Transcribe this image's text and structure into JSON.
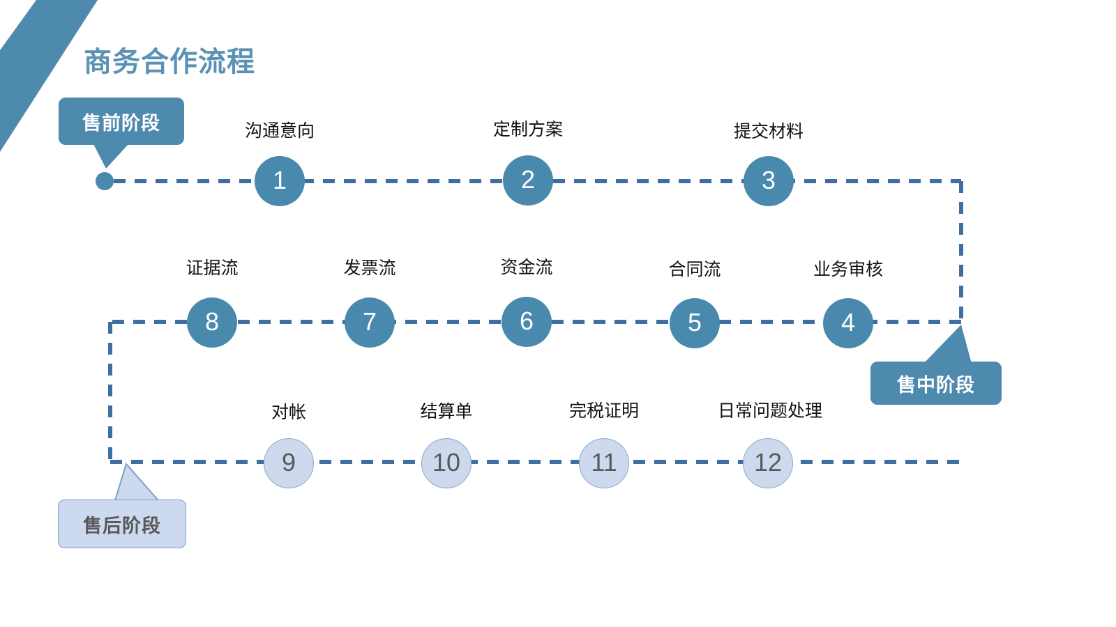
{
  "title": "商务合作流程",
  "theme": {
    "accent": "#4889ad",
    "accent_light": "#cdd9ec",
    "title_color": "#5b92b3",
    "line_color": "#3d6fa0",
    "caption_color": "#111111",
    "light_text": "#595959"
  },
  "stages": [
    {
      "key": "pre",
      "label": "售前阶段",
      "style": "dark"
    },
    {
      "key": "mid",
      "label": "售中阶段",
      "style": "dark"
    },
    {
      "key": "post",
      "label": "售后阶段",
      "style": "light"
    }
  ],
  "rows": [
    {
      "id": "row-1",
      "stage": "售前阶段",
      "steps": [
        {
          "num": "1",
          "label": "沟通意向",
          "style": "dark"
        },
        {
          "num": "2",
          "label": "定制方案",
          "style": "dark"
        },
        {
          "num": "3",
          "label": "提交材料",
          "style": "dark"
        }
      ]
    },
    {
      "id": "row-2",
      "stage": "售中阶段",
      "steps": [
        {
          "num": "8",
          "label": "证据流",
          "style": "dark"
        },
        {
          "num": "7",
          "label": "发票流",
          "style": "dark"
        },
        {
          "num": "6",
          "label": "资金流",
          "style": "dark"
        },
        {
          "num": "5",
          "label": "合同流",
          "style": "dark"
        },
        {
          "num": "4",
          "label": "业务审核",
          "style": "dark"
        }
      ]
    },
    {
      "id": "row-3",
      "stage": "售后阶段",
      "steps": [
        {
          "num": "9",
          "label": "对帐",
          "style": "light"
        },
        {
          "num": "10",
          "label": "结算单",
          "style": "light"
        },
        {
          "num": "11",
          "label": "完税证明",
          "style": "light"
        },
        {
          "num": "12",
          "label": "日常问题处理",
          "style": "light"
        }
      ]
    }
  ],
  "nodes": {
    "n1": "1",
    "n2": "2",
    "n3": "3",
    "n4": "4",
    "n5": "5",
    "n6": "6",
    "n7": "7",
    "n8": "8",
    "n9": "9",
    "n10": "10",
    "n11": "11",
    "n12": "12"
  },
  "captions": {
    "c1": "沟通意向",
    "c2": "定制方案",
    "c3": "提交材料",
    "c4": "业务审核",
    "c5": "合同流",
    "c6": "资金流",
    "c7": "发票流",
    "c8": "证据流",
    "c9": "对帐",
    "c10": "结算单",
    "c11": "完税证明",
    "c12": "日常问题处理"
  },
  "callouts": {
    "pre": "售前阶段",
    "mid": "售中阶段",
    "post": "售后阶段"
  }
}
